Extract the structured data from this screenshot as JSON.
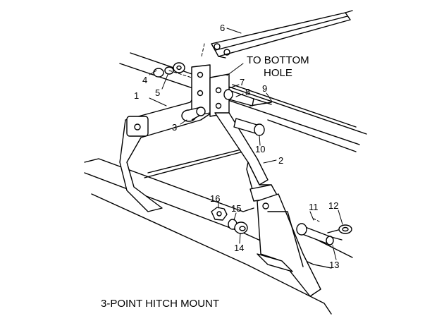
{
  "diagram": {
    "title": "3-POINT HITCH MOUNT",
    "note_line1": "TO BOTTOM",
    "note_line2": "HOLE",
    "callouts": [
      "1",
      "2",
      "3",
      "4",
      "5",
      "6",
      "7",
      "8",
      "9",
      "10",
      "11",
      "12",
      "13",
      "14",
      "15",
      "16"
    ]
  }
}
